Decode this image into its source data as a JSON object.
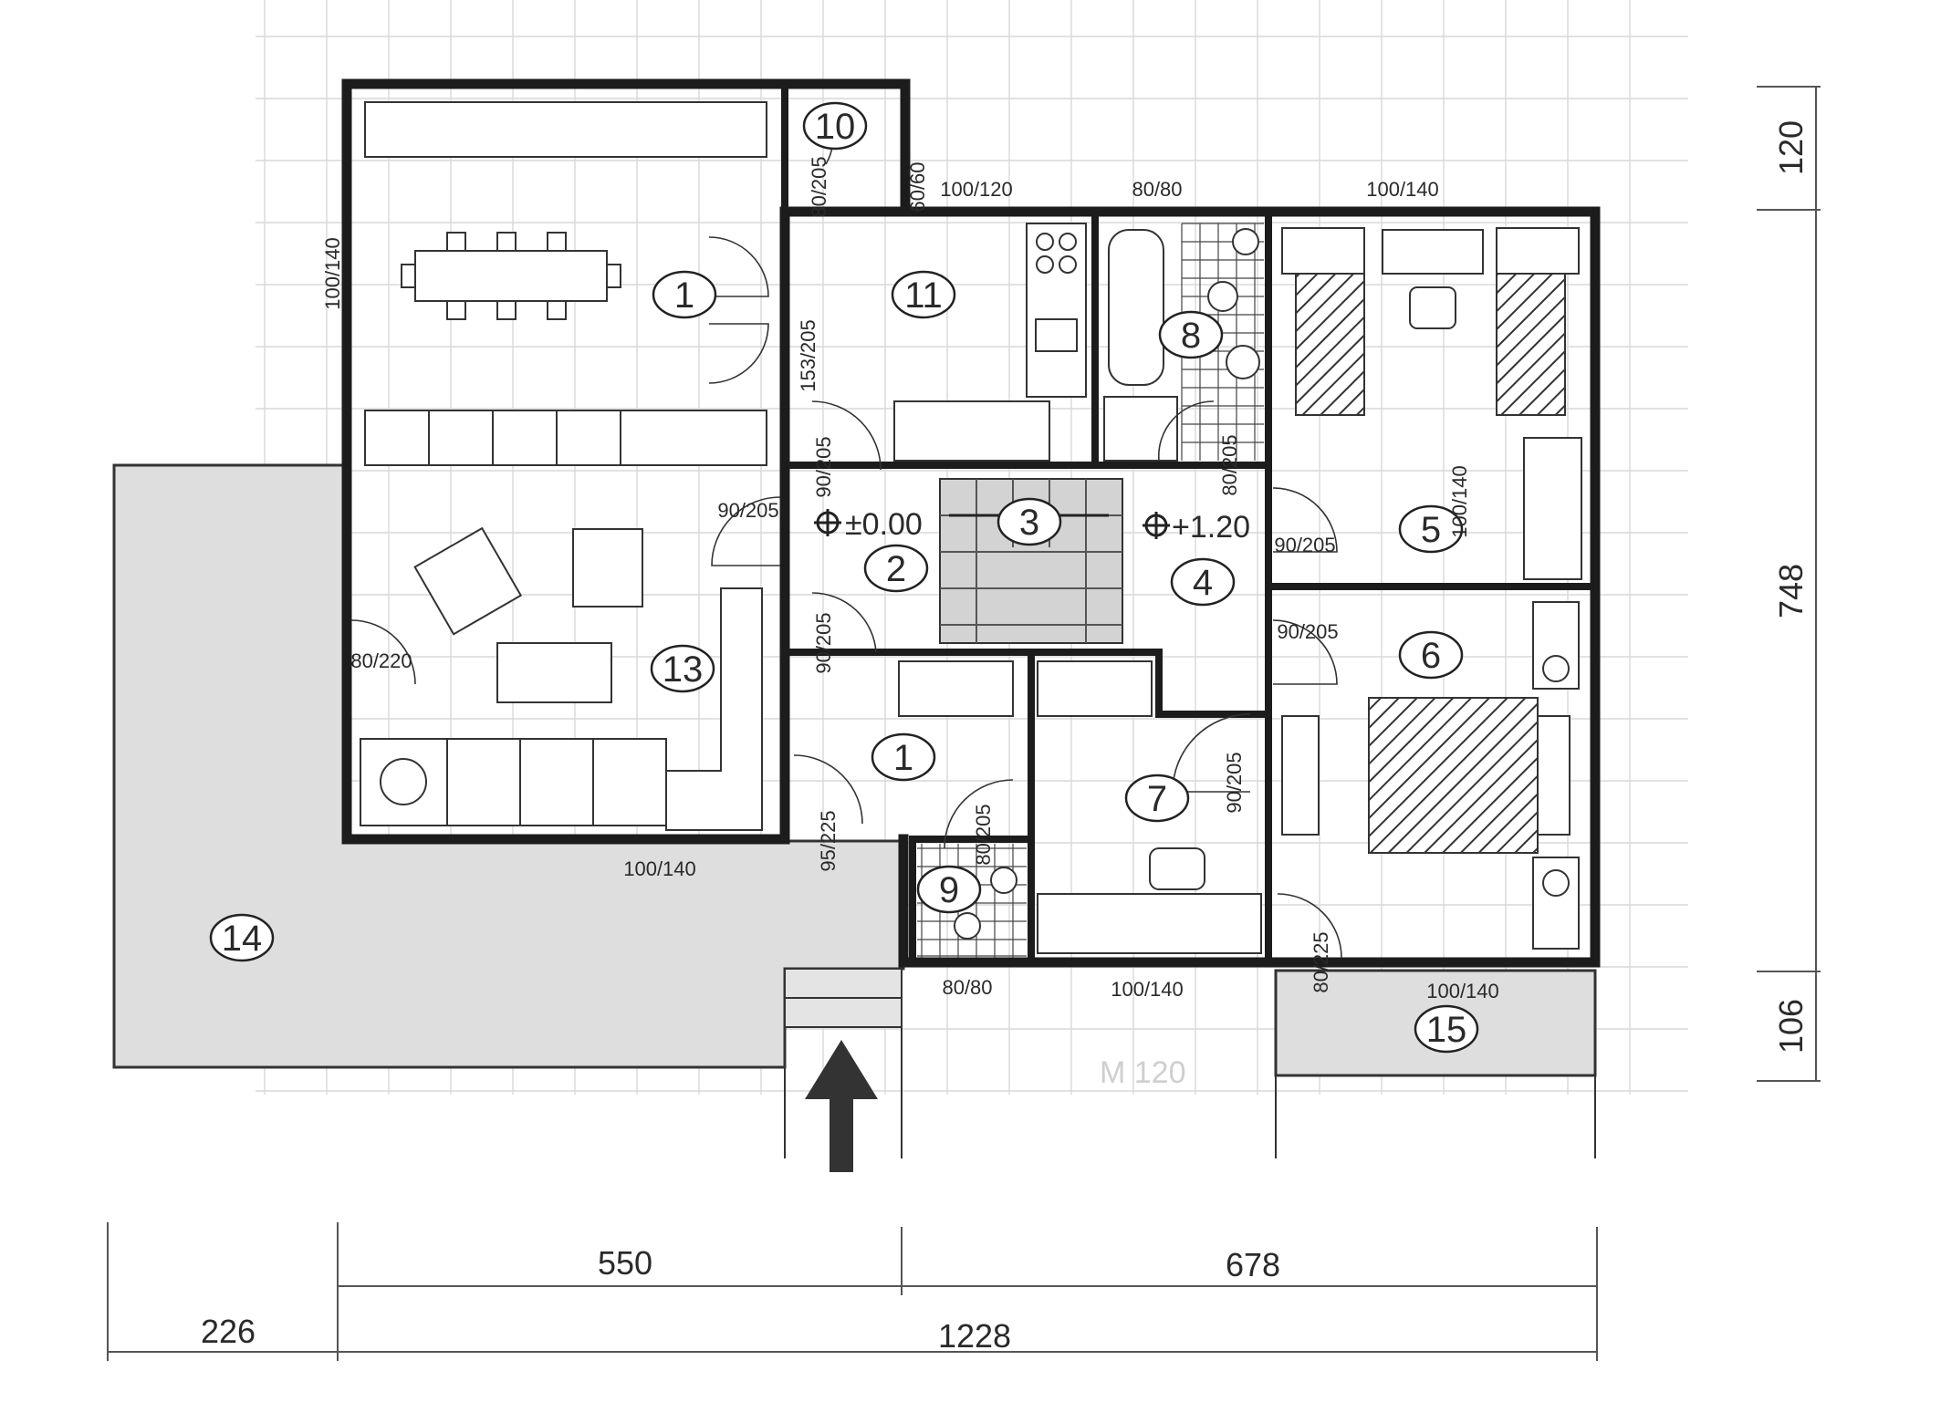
{
  "rooms": [
    {
      "num": "1"
    },
    {
      "num": "11"
    },
    {
      "num": "10"
    },
    {
      "num": "8"
    },
    {
      "num": "5"
    },
    {
      "num": "13"
    },
    {
      "num": "2"
    },
    {
      "num": "3"
    },
    {
      "num": "4"
    },
    {
      "num": "6"
    },
    {
      "num": "1"
    },
    {
      "num": "7"
    },
    {
      "num": "9"
    },
    {
      "num": "14"
    },
    {
      "num": "15"
    }
  ],
  "levels": {
    "entrance": "±0.00",
    "upper": "+1.20"
  },
  "openings": [
    "100/140",
    "80/205",
    "60/60",
    "100/120",
    "80/80",
    "100/140",
    "153/205",
    "90/205",
    "80/205",
    "100/140",
    "90/205",
    "90/205",
    "80/220",
    "90/205",
    "90/205",
    "90/205",
    "95/225",
    "80/205",
    "100/140",
    "80/80",
    "100/140",
    "100/140",
    "80/225"
  ],
  "faint_label": "M 120",
  "dimensions": {
    "right": [
      "120",
      "748",
      "106"
    ],
    "bottom_row1": [
      "550",
      "678"
    ],
    "bottom_row2": [
      "226",
      "1228"
    ]
  }
}
